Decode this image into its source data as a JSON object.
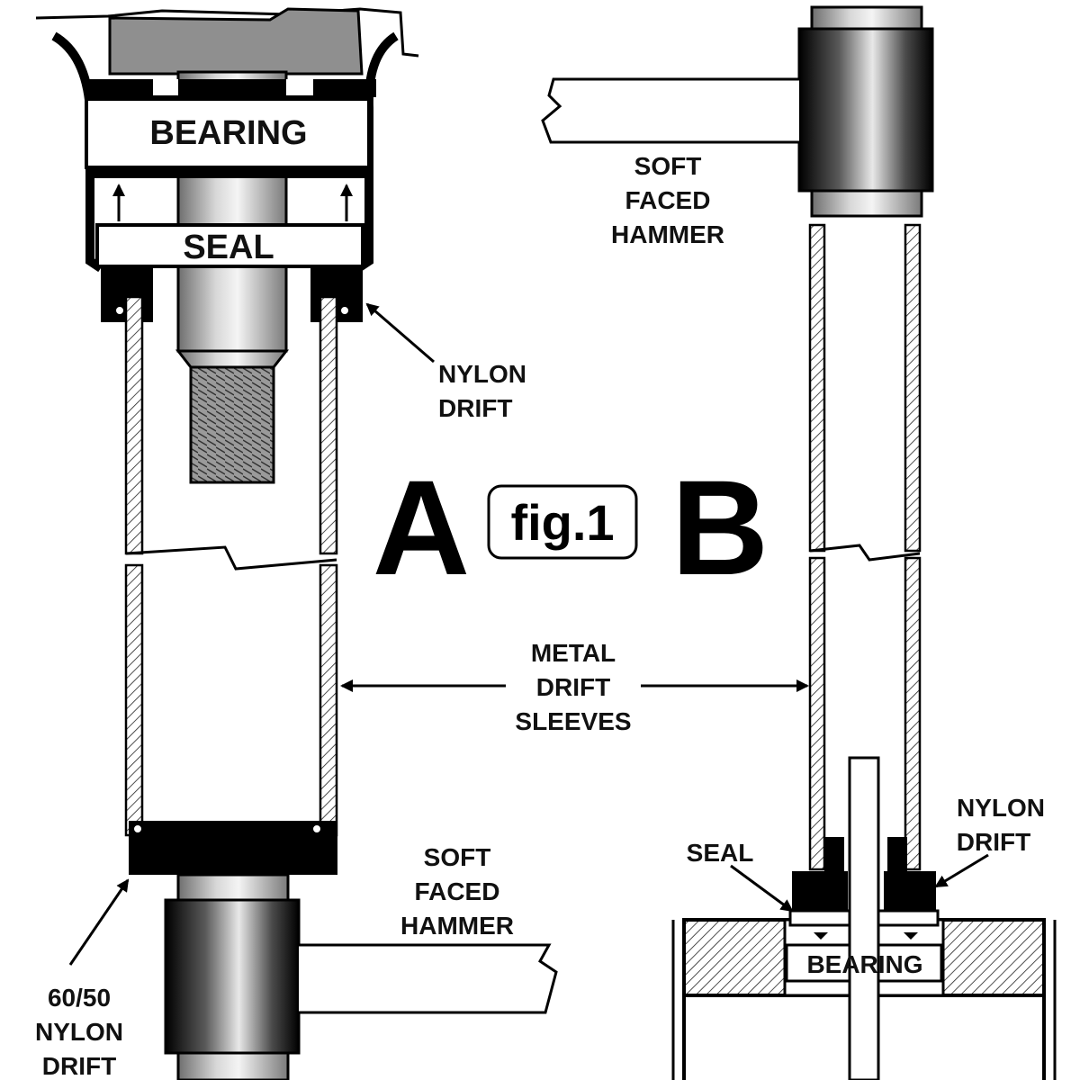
{
  "diagram": {
    "figure_label": "fig.1",
    "panel_a": "A",
    "panel_b": "B",
    "a": {
      "bearing": "BEARING",
      "seal": "SEAL",
      "nylon_drift": [
        "NYLON",
        "DRIFT"
      ],
      "hammer": [
        "SOFT",
        "FACED",
        "HAMMER"
      ],
      "bottom_drift": [
        "60/50",
        "NYLON",
        "DRIFT"
      ]
    },
    "metal_drift_sleeves": [
      "METAL",
      "DRIFT",
      "SLEEVES"
    ],
    "b": {
      "hammer": [
        "SOFT",
        "FACED",
        "HAMMER"
      ],
      "seal": "SEAL",
      "nylon_drift": [
        "NYLON",
        "DRIFT"
      ],
      "bearing": "BEARING"
    }
  }
}
